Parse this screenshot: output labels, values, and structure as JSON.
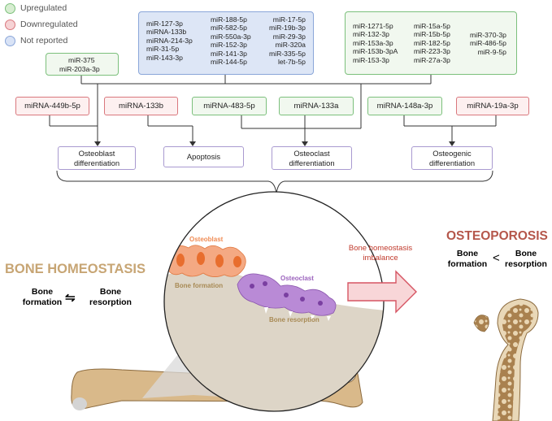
{
  "legend": [
    {
      "label": "Upregulated",
      "color": "#d7edd1",
      "border": "#7cc07c"
    },
    {
      "label": "Downregulated",
      "color": "#f6d3d5",
      "border": "#d9777d"
    },
    {
      "label": "Not reported",
      "color": "#d9e3f6",
      "border": "#8aa6d9"
    }
  ],
  "box_small": [
    "miR-375",
    "miR-203a-3p"
  ],
  "box_blue": {
    "col1": [
      "miR-127-3p",
      "miRNA-133b",
      "miRNA-214-3p",
      "miR-31-5p",
      "miR-143-3p"
    ],
    "col2": [
      "miR-188-5p",
      "miR-582-5p",
      "miR-550a-3p",
      "miR-152-3p",
      "miR-141-3p",
      "miR-144-5p"
    ],
    "col3": [
      "miR-17-5p",
      "miR-19b-3p",
      "miR-29-3p",
      "miR-320a",
      "miR-335-5p",
      "let-7b-5p"
    ]
  },
  "box_green": {
    "col1": [
      "miR-1271-5p",
      "miR-132-3p",
      "miR-153a-3p",
      "miR-153b-3pA",
      "miR-153-3p"
    ],
    "col2": [
      "miR-15a-5p",
      "miR-15b-5p",
      "miR-182-5p",
      "miR-223-3p",
      "miR-27a-3p"
    ],
    "col3": [
      "miR-370-3p",
      "miR-486-5p",
      "miR-9-5p"
    ]
  },
  "mirnas": [
    "miRNA-449b-5p",
    "miRNA-133b",
    "miRNA-483-5p",
    "miRNA-133a",
    "miRNA-148a-3p",
    "miRNA-19a-3p"
  ],
  "outcomes": {
    "osteoblast": "Osteoblast differentiation",
    "apoptosis": "Apoptosis",
    "osteoclast": "Osteoclast differentiation",
    "osteogenic": "Osteogenic differentiation"
  },
  "homeostasis": {
    "title": "BONE HOMEOSTASIS",
    "left_label": "Bone formation",
    "right_label": "Bone resorption",
    "symbol": "⇋"
  },
  "inset": {
    "osteoblast": "Osteoblast",
    "osteoclast": "Osteoclast",
    "bone_formation": "Bone formation",
    "bone_resorption": "Bone resorption"
  },
  "imbalance": "Bone homeostasis imbalance",
  "osteoporosis": {
    "title": "OSTEOPOROSIS",
    "left_label": "Bone formation",
    "right_label": "Bone resorption",
    "symbol": "<"
  },
  "colors": {
    "bone": "#d9b98a",
    "bone_title": "#c7a574",
    "osteoblast": "#f08c55",
    "osteoclast": "#9b62bd",
    "red_text": "#c0392b",
    "osteoporosis": "#b5574b"
  }
}
